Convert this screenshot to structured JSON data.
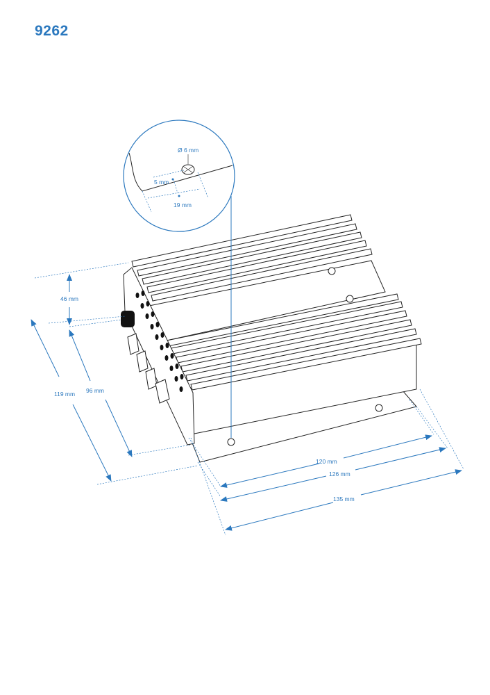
{
  "title": "9262",
  "detail": {
    "hole_diameter": "Ø 6 mm",
    "edge_offset": "5 mm",
    "hole_spacing": "19 mm"
  },
  "dimensions": {
    "height_total": "46 mm",
    "depth_outer": "119 mm",
    "depth_inner": "96 mm",
    "length_inner": "120 mm",
    "length_mid": "126 mm",
    "length_outer": "135 mm"
  },
  "colors": {
    "accent": "#2b78be",
    "line": "#222222"
  }
}
